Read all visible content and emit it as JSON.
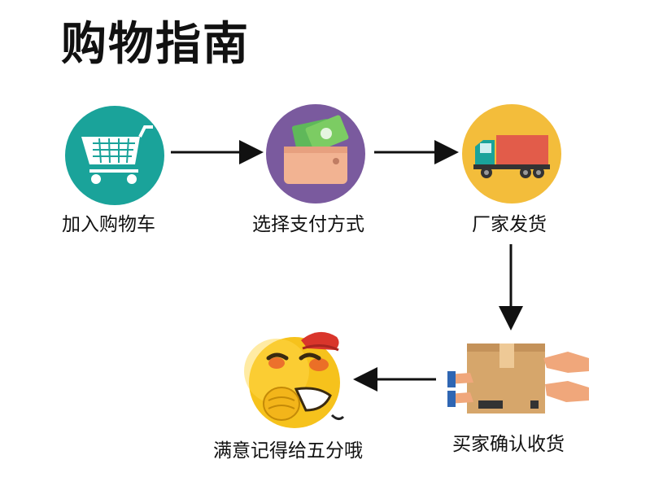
{
  "title": "购物指南",
  "steps": [
    {
      "label": "加入购物车",
      "icon": "shopping-cart-icon",
      "color": "#1aa39a"
    },
    {
      "label": "选择支付方式",
      "icon": "wallet-money-icon",
      "color": "#7a5a9e"
    },
    {
      "label": "厂家发货",
      "icon": "delivery-truck-icon",
      "color": "#f3bd3b"
    },
    {
      "label": "买家确认收货",
      "icon": "package-handover-icon"
    },
    {
      "label": "满意记得给五分哦",
      "icon": "smiley-emoji-icon"
    }
  ],
  "colors": {
    "arrow": "#111111",
    "truck_box": "#e25c4a",
    "truck_cab": "#1aa39a",
    "box": "#d6a66b",
    "emoji": "#f6c21c",
    "hat": "#d9352b"
  }
}
